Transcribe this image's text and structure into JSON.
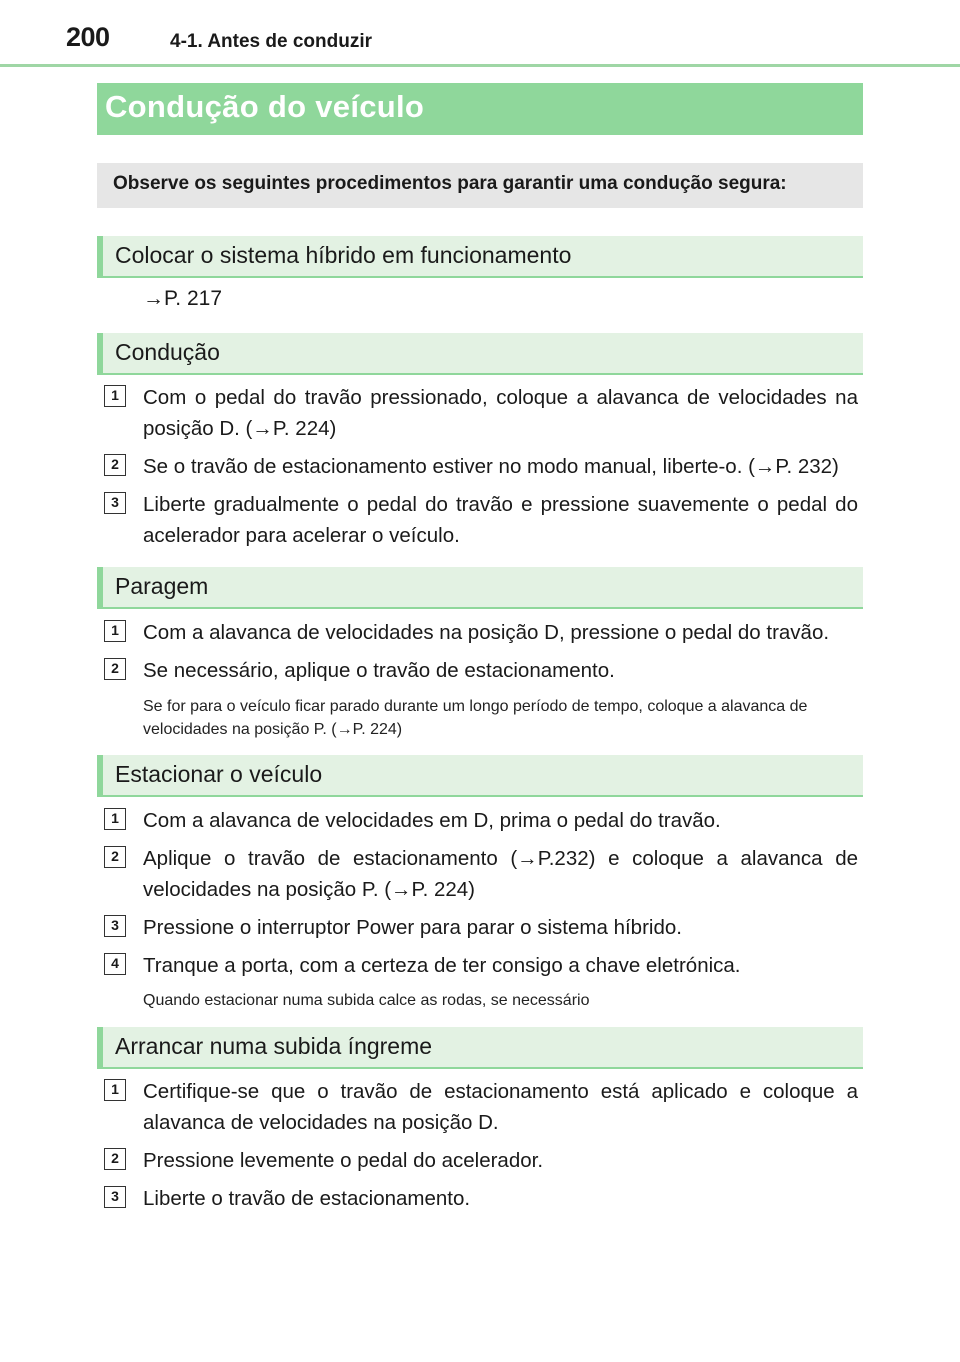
{
  "header": {
    "page_number": "200",
    "chapter": "4-1. Antes de conduzir"
  },
  "title": "Condução do veículo",
  "intro": "Observe os seguintes procedimentos para garantir uma condução segura:",
  "sections": {
    "start": {
      "title": "Colocar o sistema híbrido em funcionamento",
      "ref": "→P. 217"
    },
    "driving": {
      "title": "Condução",
      "steps": [
        {
          "num": "1",
          "text": "Com o pedal do travão pressionado, coloque a alavanca de velocidades na posição D. (→P. 224)"
        },
        {
          "num": "2",
          "text": "Se o travão de estacionamento estiver no modo manual, liberte-o. (→P. 232)"
        },
        {
          "num": "3",
          "text": "Liberte gradualmente o pedal do travão e pressione suavemente o pedal do acelerador para acelerar o veículo."
        }
      ]
    },
    "stopping": {
      "title": "Paragem",
      "steps": [
        {
          "num": "1",
          "text": "Com a alavanca de velocidades na posição D, pressione o pedal do travão."
        },
        {
          "num": "2",
          "text": "Se necessário, aplique o travão de estacionamento."
        }
      ],
      "note": "Se for para o veículo ficar parado durante um longo período de tempo, coloque a alavanca de velocidades na posição P. (→P. 224)"
    },
    "parking": {
      "title": "Estacionar o veículo",
      "steps": [
        {
          "num": "1",
          "text": "Com a alavanca de velocidades em D, prima o pedal do travão."
        },
        {
          "num": "2",
          "text": "Aplique o travão de estacionamento (→P.232) e coloque a alavanca de velocidades na posição P. (→P. 224)"
        },
        {
          "num": "3",
          "text": "Pressione o interruptor Power para parar o sistema híbrido."
        },
        {
          "num": "4",
          "text": "Tranque a porta, com a certeza de ter consigo a chave eletrónica."
        }
      ],
      "note": "Quando estacionar numa subida calce as rodas, se necessário"
    },
    "hill": {
      "title": "Arrancar numa subida íngreme",
      "steps": [
        {
          "num": "1",
          "text": "Certifique-se que o travão de estacionamento está aplicado e coloque a alavanca de velocidades na posição D."
        },
        {
          "num": "2",
          "text": "Pressione levemente o pedal do acelerador."
        },
        {
          "num": "3",
          "text": "Liberte o travão de estacionamento."
        }
      ]
    }
  },
  "colors": {
    "accent_green": "#8fd79b",
    "section_bg": "#e3f2e3",
    "intro_bg": "#e6e6e6"
  }
}
